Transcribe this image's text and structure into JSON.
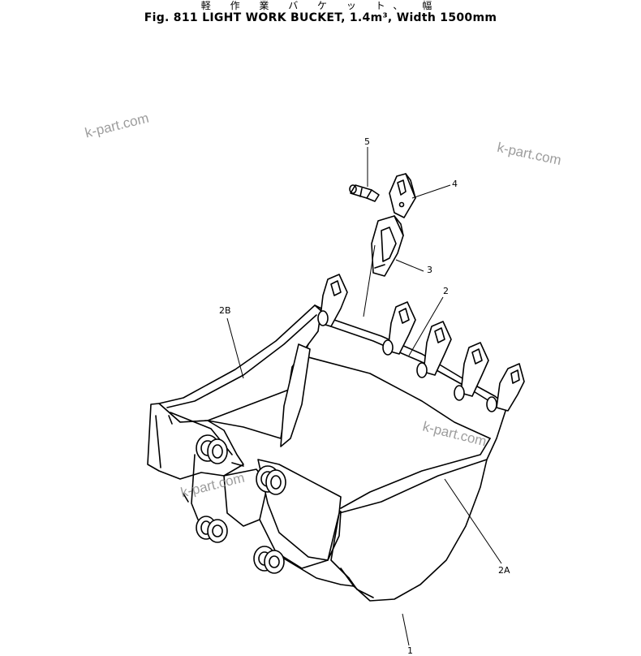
{
  "figure": {
    "title_japanese": "軽 作 業 バ ケ ッ ト、 幅",
    "title": "Fig. 811 LIGHT WORK BUCKET, 1.4m³, Width 1500mm"
  },
  "callouts": {
    "c5": "5",
    "c4": "4",
    "c3": "3",
    "c2": "2",
    "c2b": "2B",
    "c2a": "2A",
    "c1": "1"
  },
  "watermarks": [
    "k-part.com",
    "k-part.com",
    "k-part.com",
    "k-part.com"
  ]
}
